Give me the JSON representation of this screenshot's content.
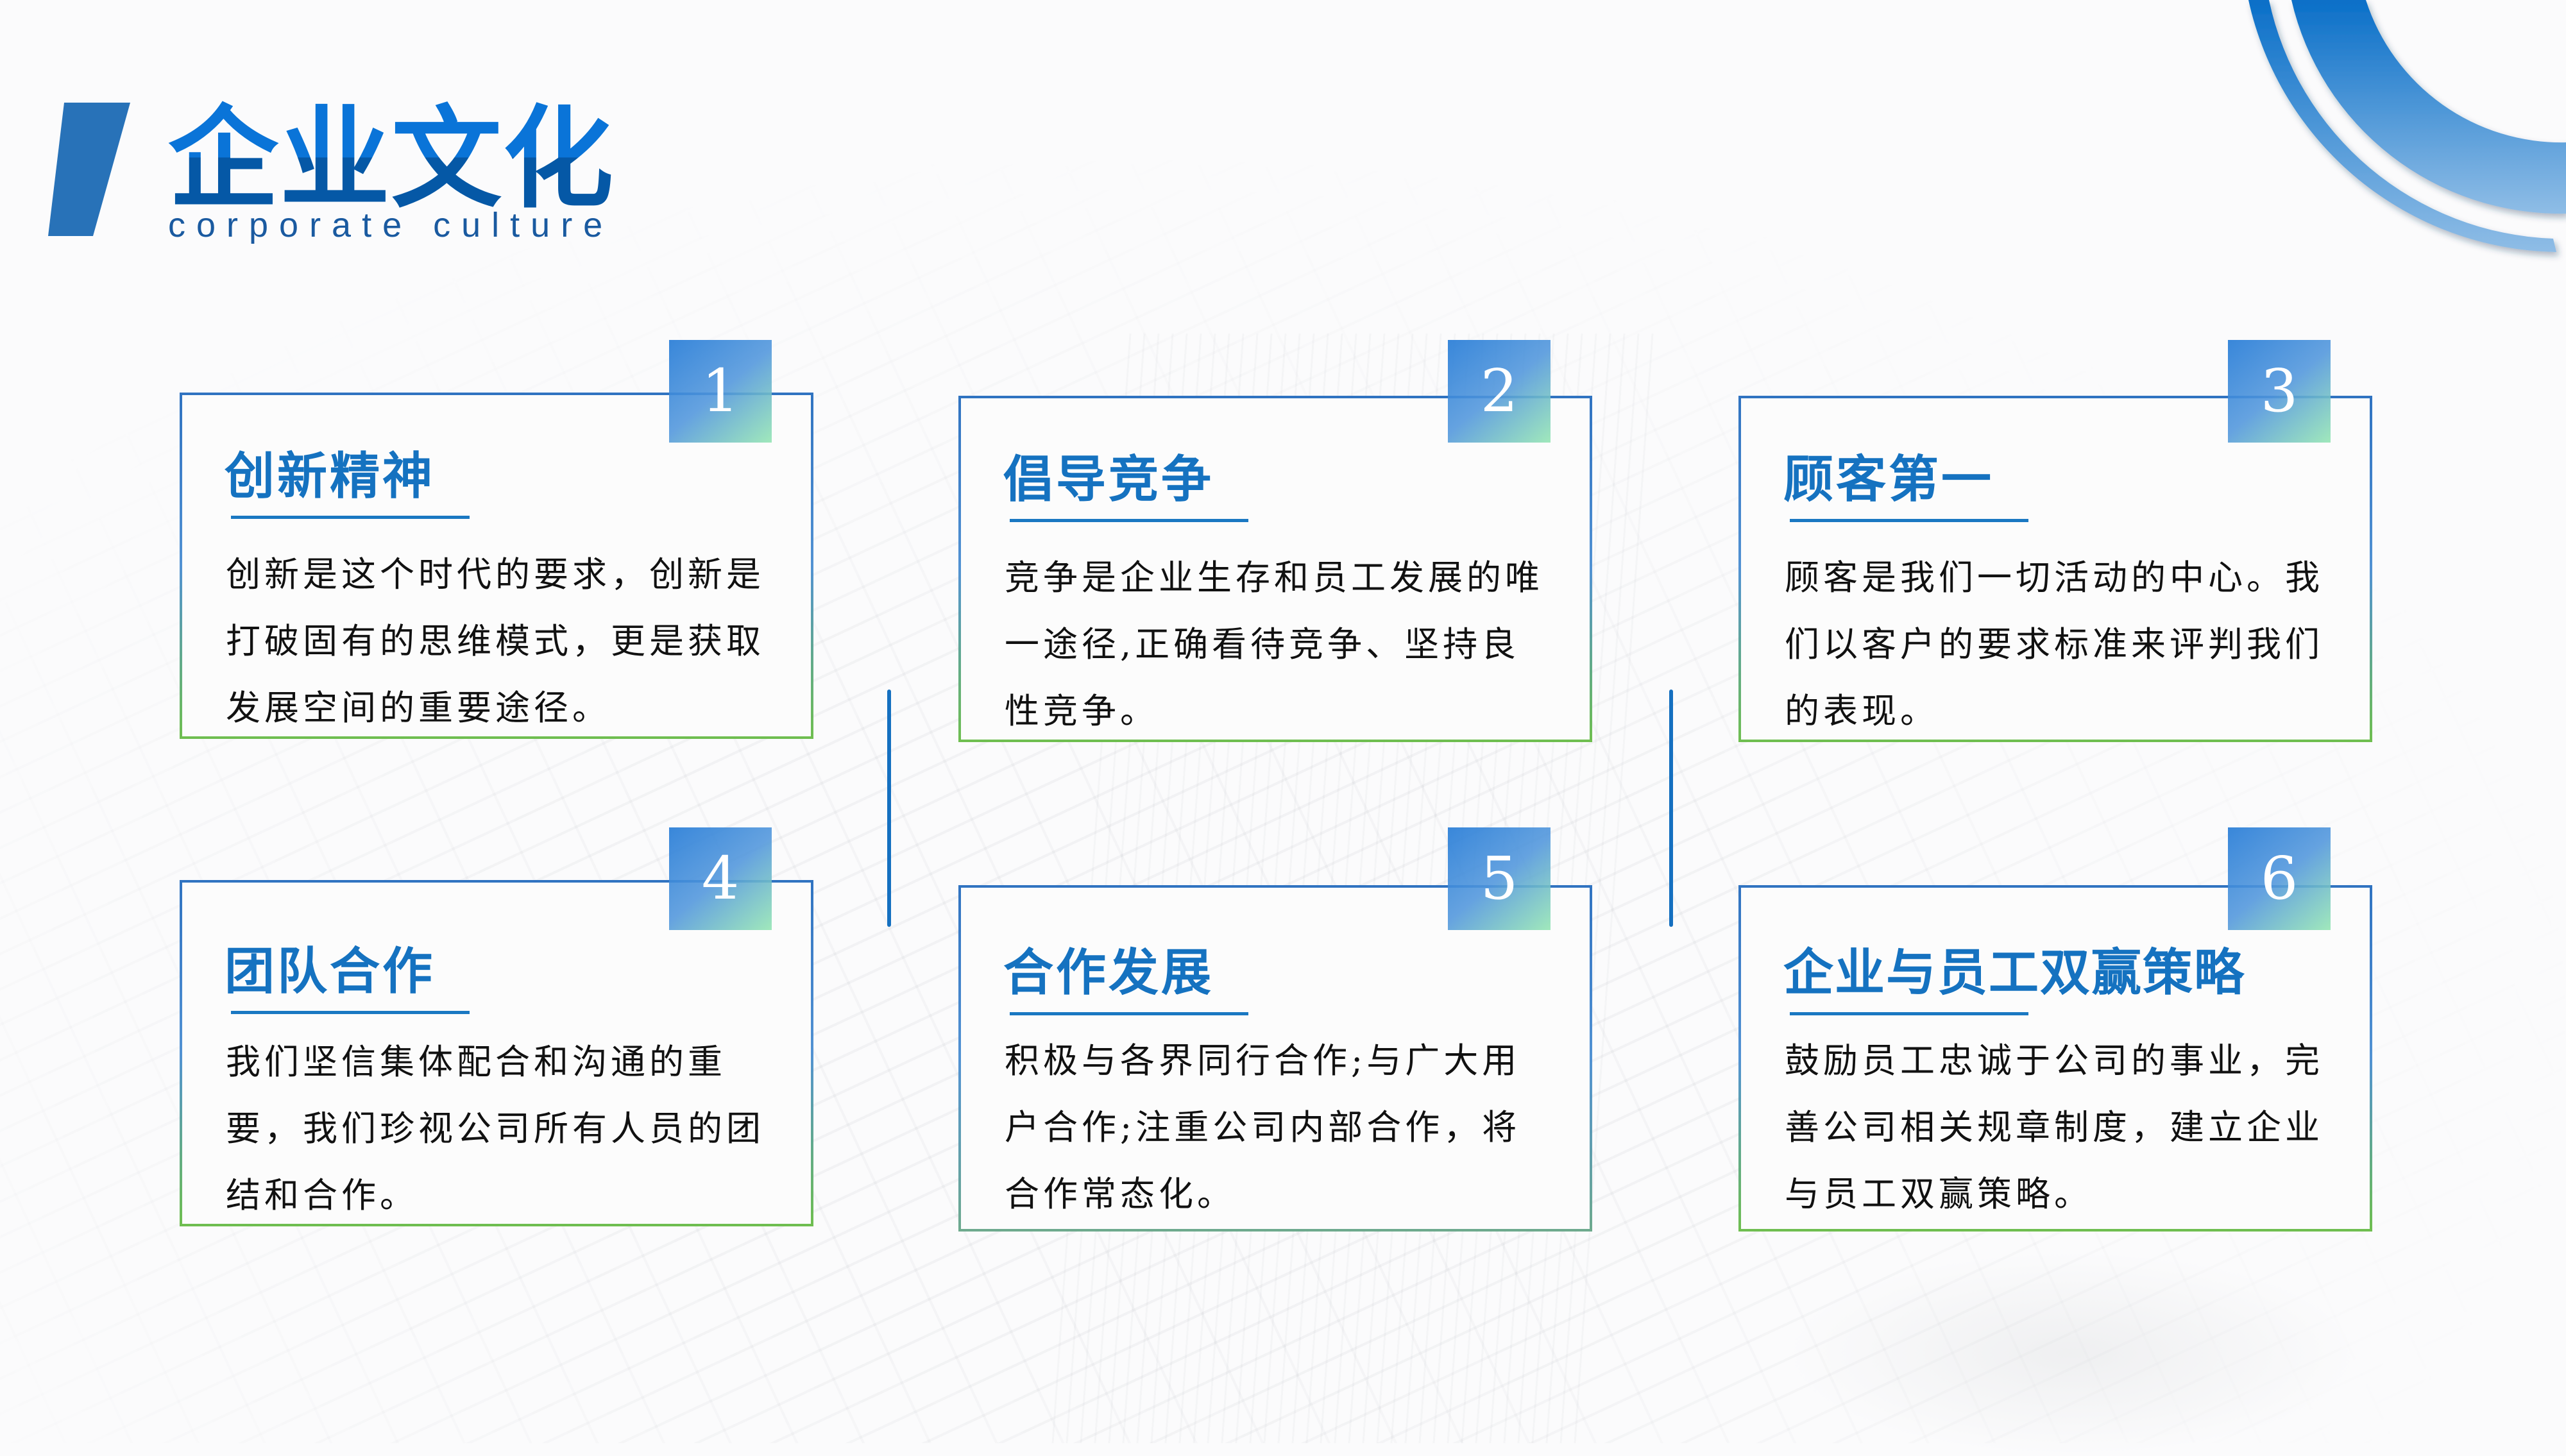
{
  "header": {
    "title": "企业文化",
    "subtitle": "corporate culture"
  },
  "colors": {
    "primary_blue": "#0a74d8",
    "dark_blue": "#0558a6",
    "card_title_blue": "#1572c0",
    "border_top_blue": "#2a6fc0",
    "border_bottom_green": "#6bbd4a",
    "badge_gradient_start": "#287dd7",
    "badge_gradient_end": "#96e6b4",
    "body_text": "#111111"
  },
  "cards": [
    {
      "number": "1",
      "title": "创新精神",
      "body": "创新是这个时代的要求，创新是打破固有的思维模式，更是获取发展空间的重要途径。"
    },
    {
      "number": "2",
      "title": "倡导竞争",
      "body": "竞争是企业生存和员工发展的唯一途径,正确看待竞争、坚持良性竞争。"
    },
    {
      "number": "3",
      "title": "顾客第一",
      "body": "顾客是我们一切活动的中心。我们以客户的要求标准来评判我们的表现。"
    },
    {
      "number": "4",
      "title": "团队合作",
      "body": "我们坚信集体配合和沟通的重要，我们珍视公司所有人员的团结和合作。"
    },
    {
      "number": "5",
      "title": "合作发展",
      "body": "积极与各界同行合作;与广大用户合作;注重公司内部合作，将合作常态化。"
    },
    {
      "number": "6",
      "title": "企业与员工双赢策略",
      "body": "鼓励员工忠诚于公司的事业，完善公司相关规章制度，建立企业与员工双赢策略。"
    }
  ]
}
